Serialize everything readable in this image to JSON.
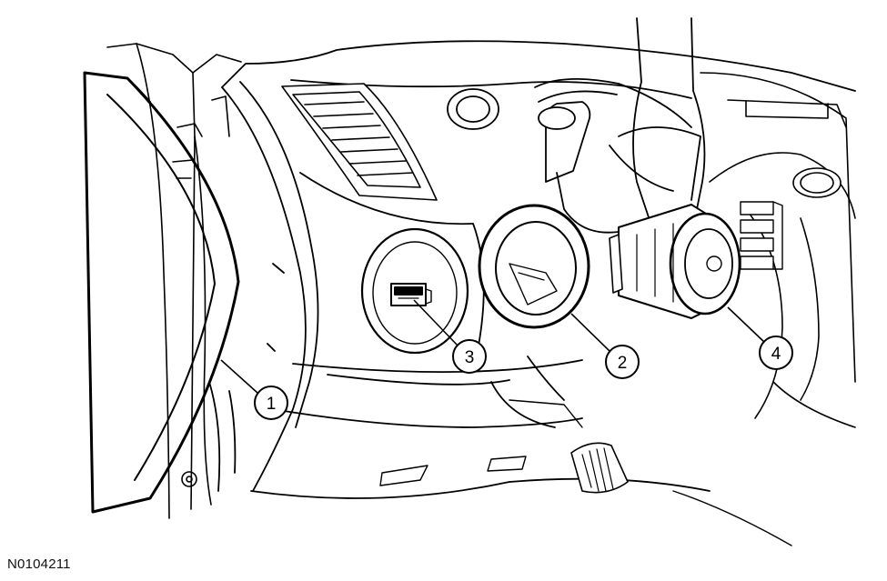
{
  "figure_id": "N0104211",
  "callouts": [
    {
      "label": "1"
    },
    {
      "label": "2"
    },
    {
      "label": "3"
    },
    {
      "label": "4"
    }
  ]
}
